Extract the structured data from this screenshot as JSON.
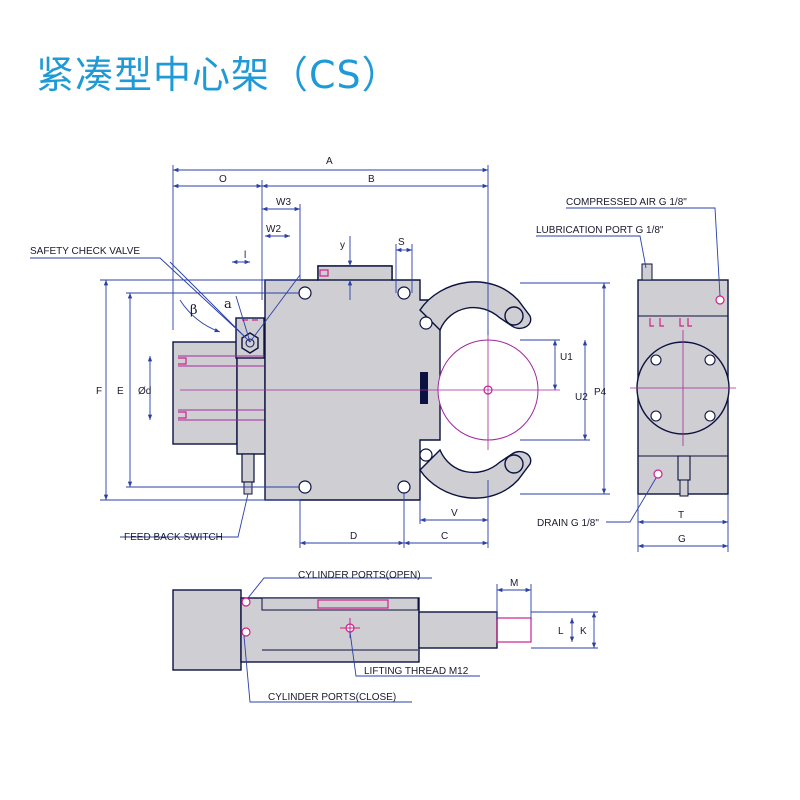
{
  "title": "紧凑型中心架（CS）",
  "colors": {
    "title": "#1e9ad6",
    "outline": "#0c1240",
    "body_fill": "#cfcfd3",
    "dim_line": "#2a3fa8",
    "center_line": "#a0289c",
    "port_mark": "#d0208a"
  },
  "callouts": {
    "safety_check_valve": "SAFETY CHECK VALVE",
    "feed_back_switch": "FEED BACK SWITCH",
    "compressed_air": "COMPRESSED AIR G 1/8\"",
    "lubrication_port": "LUBRICATION PORT G 1/8\"",
    "drain": "DRAIN G 1/8\"",
    "cylinder_ports_open": "CYLINDER PORTS(OPEN)",
    "lifting_thread": "LIFTING THREAD M12",
    "cylinder_ports_close": "CYLINDER PORTS(CLOSE)"
  },
  "dimensions": {
    "A": "A",
    "O": "O",
    "B": "B",
    "W3": "W3",
    "W2": "W2",
    "l": "l",
    "y": "y",
    "S": "S",
    "beta": "β",
    "alpha": "a",
    "F": "F",
    "E": "E",
    "Od": "Ød",
    "U1": "U1",
    "U2": "U2",
    "P4": "P4",
    "V": "V",
    "D": "D",
    "C": "C",
    "T": "T",
    "G": "G",
    "M": "M",
    "L": "L",
    "K": "K"
  },
  "icons": [
    "hex-valve-icon",
    "bolt-hole-icon",
    "port-marker-icon"
  ]
}
